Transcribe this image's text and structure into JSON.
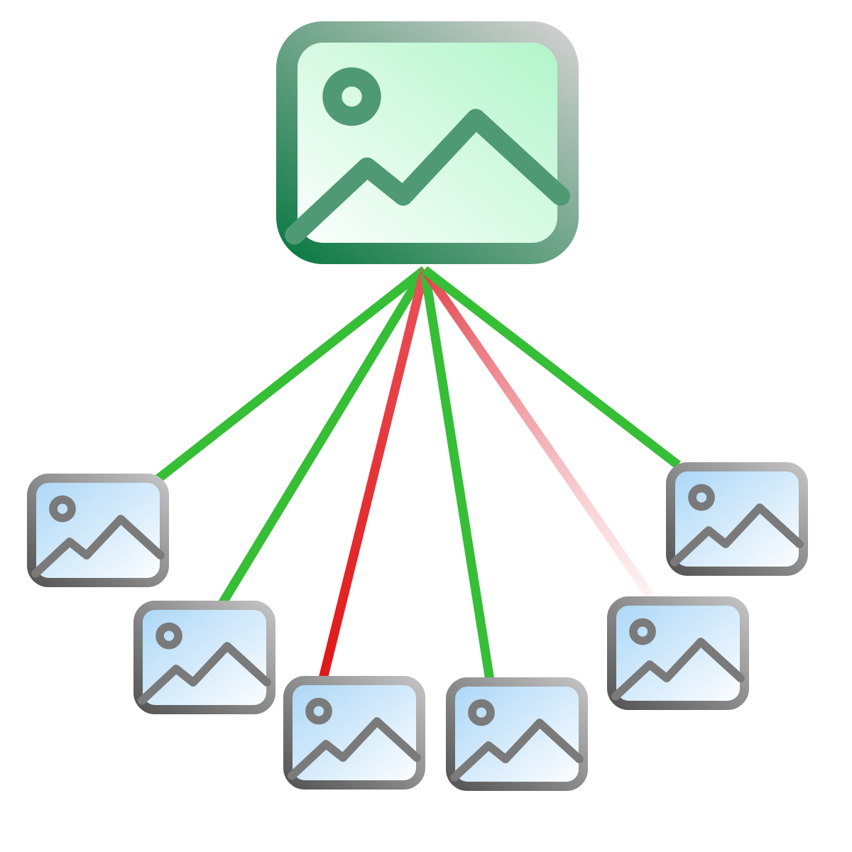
{
  "diagram": {
    "hub": {
      "name": "hub-image-icon",
      "frame_gradient": [
        "#0e7a44",
        "#cfcfcf"
      ],
      "fill_gradient": [
        "#ffffff",
        "#aef5c8"
      ],
      "stroke_color": "#4f9a74"
    },
    "leaf_style": {
      "frame_gradient": [
        "#555555",
        "#c2c2c2"
      ],
      "fill_gradient": [
        "#a9d6f7",
        "#ffffff"
      ],
      "stroke_color": "#7a7a7a"
    },
    "colors": {
      "match": "#36be36",
      "mismatch": "#e01717",
      "faded_mismatch": "#f2a7ac"
    },
    "leaves": [
      {
        "id": "leaf-1",
        "link": "match"
      },
      {
        "id": "leaf-2",
        "link": "match"
      },
      {
        "id": "leaf-3",
        "link": "mismatch"
      },
      {
        "id": "leaf-4",
        "link": "match"
      },
      {
        "id": "leaf-5",
        "link": "faded_mismatch"
      },
      {
        "id": "leaf-6",
        "link": "match"
      }
    ]
  }
}
